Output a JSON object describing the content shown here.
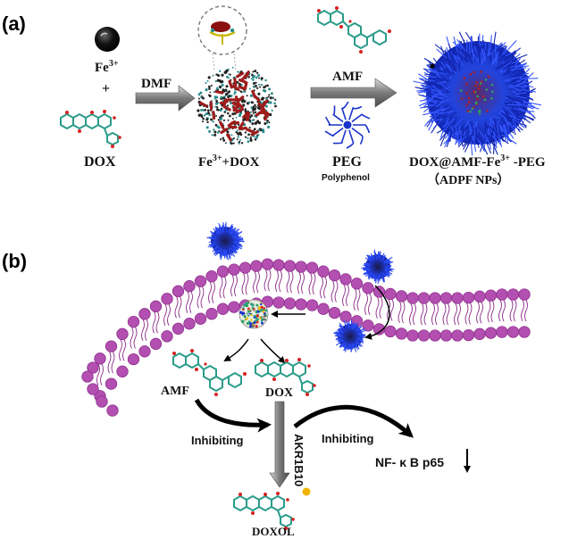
{
  "panel_a": {
    "label": "(a)",
    "fe_label": "Fe",
    "fe_sup": "3+",
    "plus": "+",
    "dox_label": "DOX",
    "dmf_label": "DMF",
    "fe_dox_pre": "Fe",
    "fe_dox_sup": "3+",
    "fe_dox_post": "+DOX",
    "amf_label": "AMF",
    "peg_label": "PEG",
    "polyphenol_label": "Polyphenol",
    "product_pre": "DOX@AMF-Fe",
    "product_sup": "3+",
    "product_post": " -PEG",
    "product_sub": "（ADPF NPs）"
  },
  "panel_b": {
    "label": "(b)",
    "amf_label": "AMF",
    "dox_label": "DOX",
    "inhibiting_1": "Inhibiting",
    "inhibiting_2": "Inhibiting",
    "enzyme_label": "AKR1B10",
    "nfkb_label": "NF- κ B p65",
    "doxol_label": "DOXOL"
  },
  "colors": {
    "membrane": "#b24fb0",
    "membrane_line": "#8a2a88",
    "nanoparticle": "#1a33cc",
    "molecule": "#2a9c8a",
    "oxygen": "#d62020",
    "arrow_grey": "#6e6e6e",
    "dot_red": "#9e1c1c",
    "dot_teal": "#2a8c8c",
    "gold": "#f0b400"
  }
}
